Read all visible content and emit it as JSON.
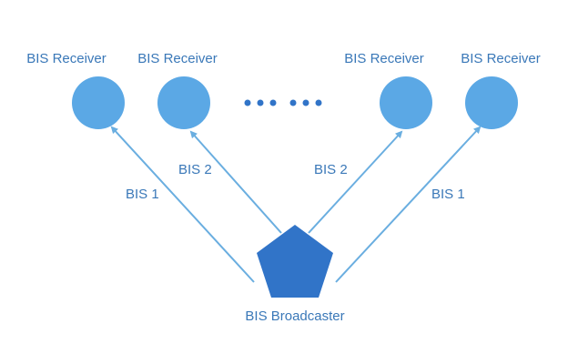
{
  "diagram": {
    "receivers": [
      {
        "label": "BIS Receiver"
      },
      {
        "label": "BIS Receiver"
      },
      {
        "label": "BIS Receiver"
      },
      {
        "label": "BIS Receiver"
      }
    ],
    "streams": [
      {
        "label": "BIS 1"
      },
      {
        "label": "BIS 2"
      },
      {
        "label": "BIS 2"
      },
      {
        "label": "BIS 1"
      }
    ],
    "broadcaster": {
      "label": "BIS Broadcaster"
    },
    "ellipsis_dots": 6,
    "colors": {
      "receiver_fill": "#5BA8E5",
      "broadcaster_fill": "#3174C8",
      "arrow": "#6AAEE0",
      "dots": "#3174C8",
      "text": "#3A78B8"
    }
  }
}
